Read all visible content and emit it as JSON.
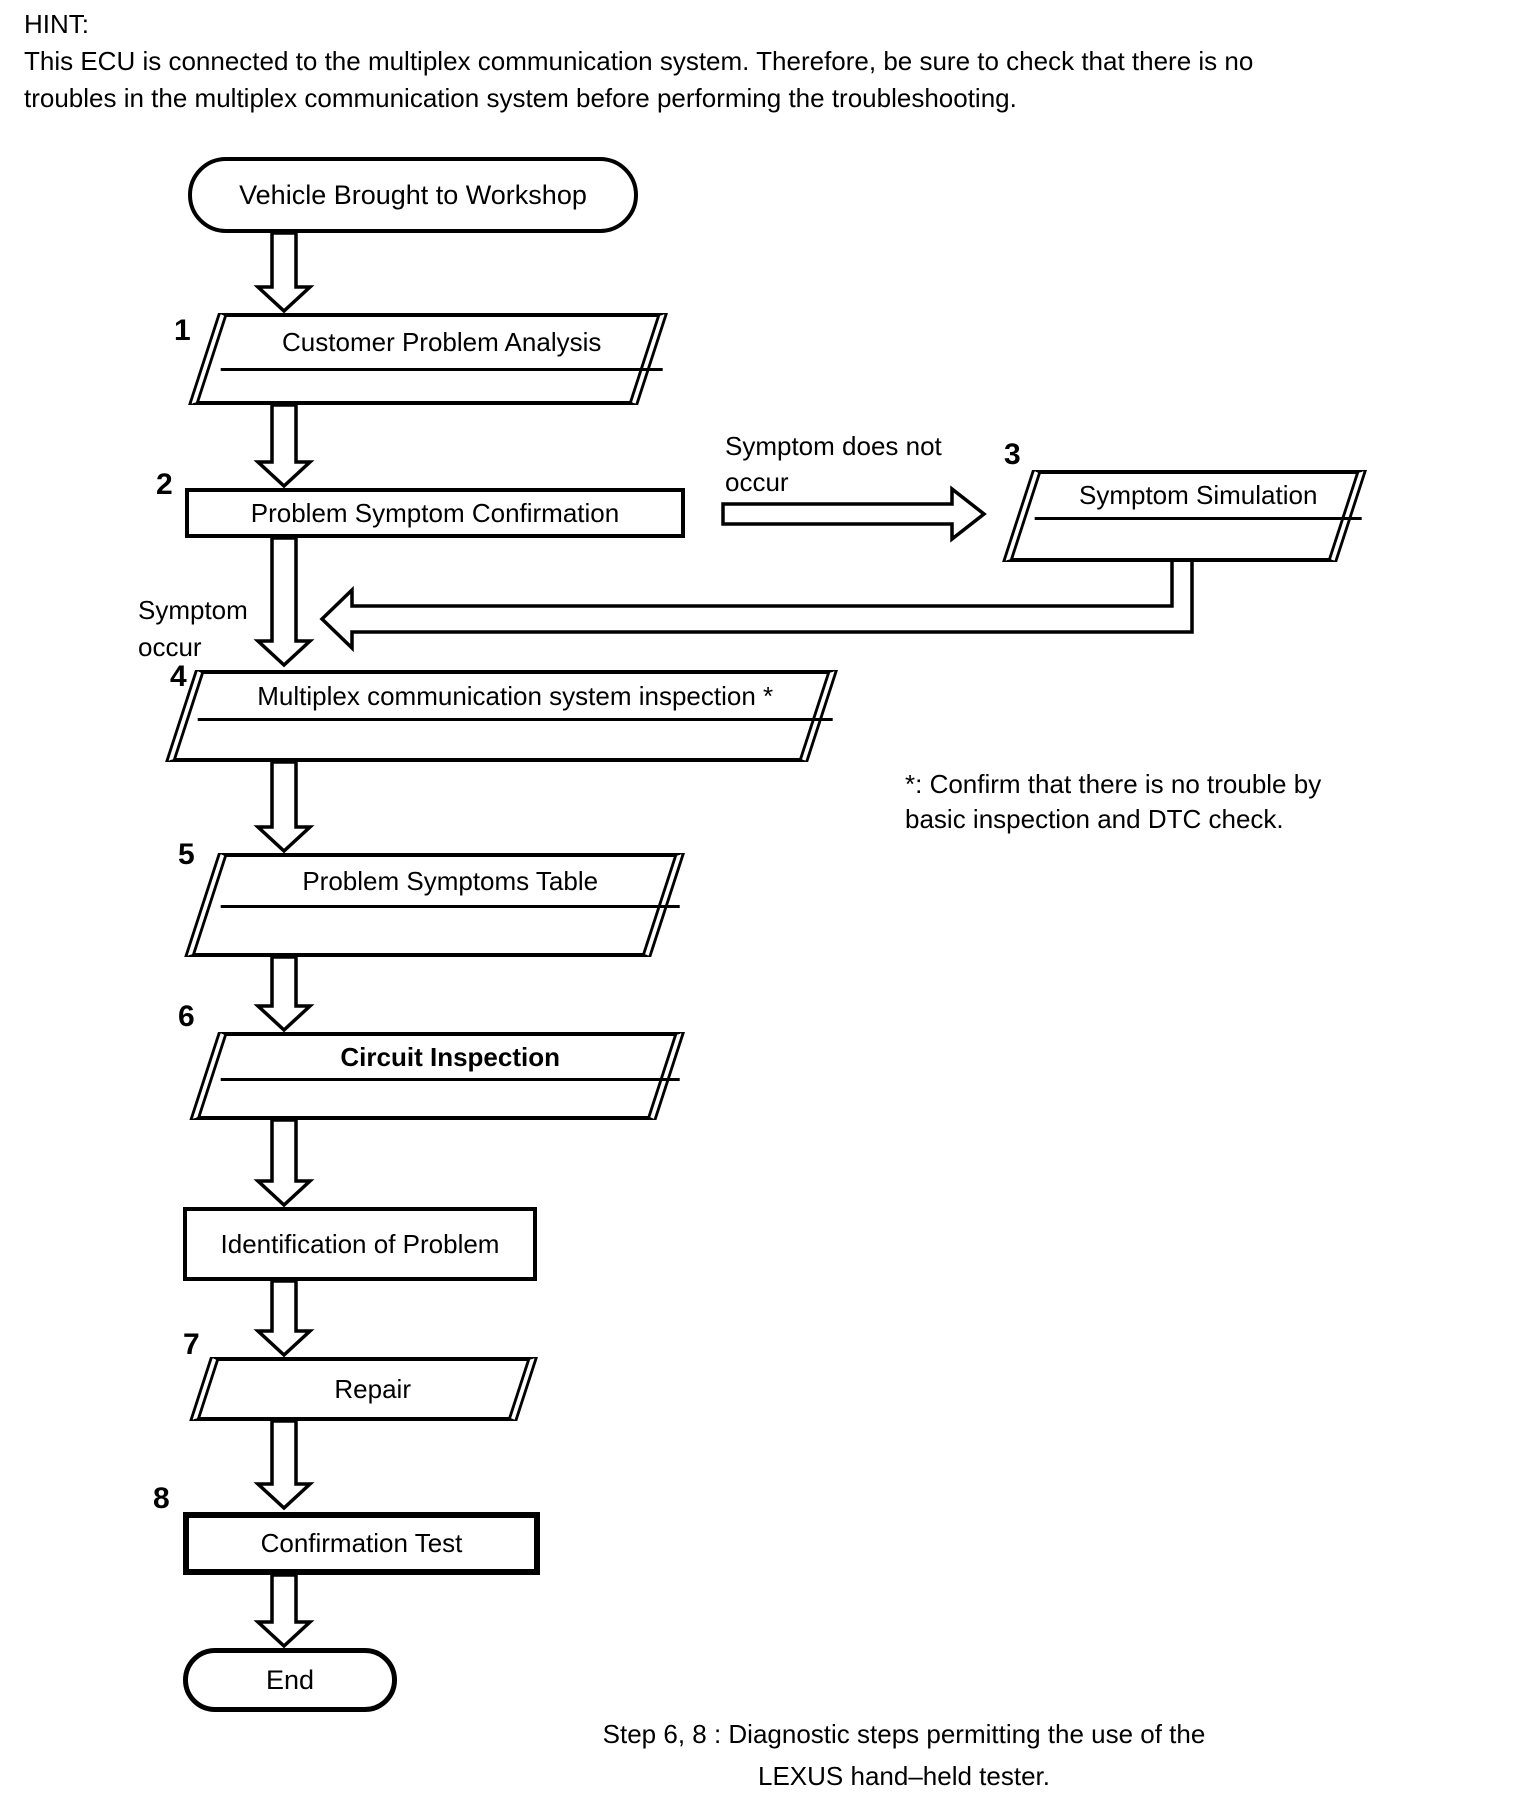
{
  "page": {
    "paper_color": "#ffffff",
    "ink_color": "#000000"
  },
  "hint": {
    "label": "HINT:",
    "line1": "This ECU is connected to the multiplex communication system. Therefore, be sure to check that there is no",
    "line2": "troubles in the multiplex communication system before performing the troubleshooting."
  },
  "flow": {
    "start_label": "Vehicle Brought to Workshop",
    "steps": [
      {
        "num": "1",
        "label": "Customer Problem Analysis"
      },
      {
        "num": "2",
        "label": "Problem Symptom Confirmation"
      },
      {
        "num": "3",
        "label": "Symptom Simulation"
      },
      {
        "num": "4",
        "label": "Multiplex communication system inspection *"
      },
      {
        "num": "5",
        "label": "Problem Symptoms Table"
      },
      {
        "num": "6",
        "label": "Circuit Inspection"
      },
      {
        "num": "7",
        "label": "Repair"
      },
      {
        "num": "8",
        "label": "Confirmation Test"
      }
    ],
    "identification_label": "Identification of Problem",
    "end_label": "End",
    "branch": {
      "not_occur_line1": "Symptom does not",
      "not_occur_line2": "occur",
      "occur_line1": "Symptom",
      "occur_line2": "occur"
    },
    "footnote": {
      "line1": "*: Confirm that there is no trouble by",
      "line2": "basic inspection and DTC check."
    },
    "bottom_note": {
      "line1": "Step 6, 8 : Diagnostic steps permitting the use of the",
      "line2": "LEXUS hand–held tester."
    }
  }
}
